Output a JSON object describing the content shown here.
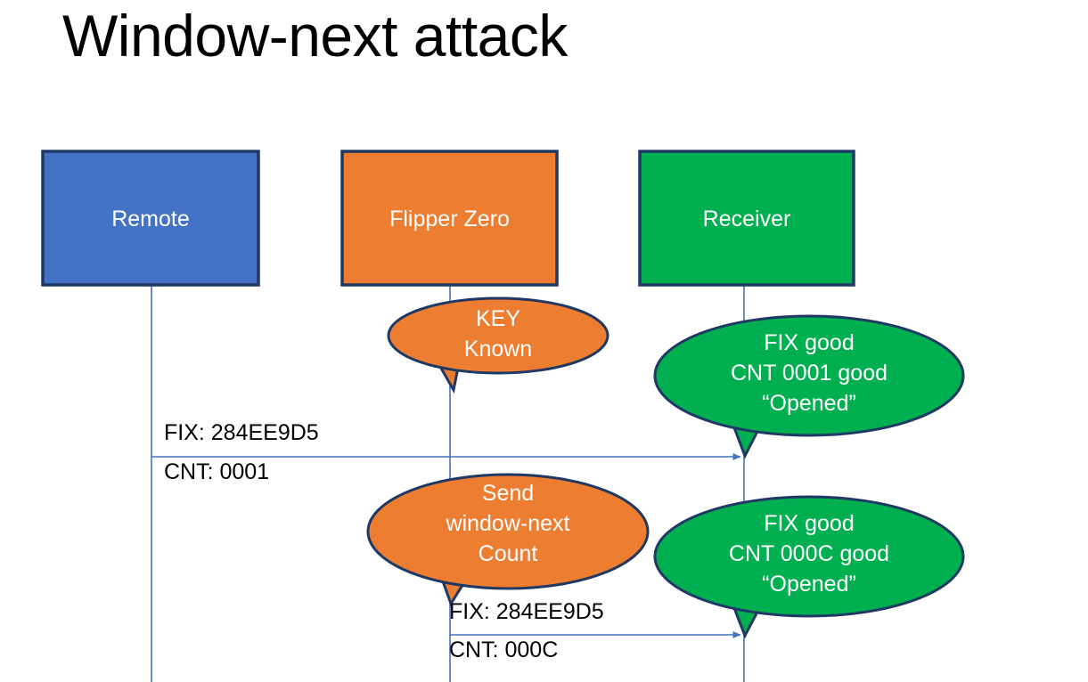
{
  "slide": {
    "title": "Window-next attack"
  },
  "colors": {
    "remote_fill": "#4472C4",
    "flipper_fill": "#ED7D31",
    "receiver_fill": "#00B050",
    "outline": "#1F3864",
    "lifeline": "#4472C4",
    "arrow": "#4472C4",
    "text_on_shape": "#FFFFFF",
    "text_on_slide": "#000000",
    "background": "#FFFFFF"
  },
  "actors": [
    {
      "id": "remote",
      "label": "Remote"
    },
    {
      "id": "flipper",
      "label": "Flipper Zero"
    },
    {
      "id": "receiver",
      "label": "Receiver"
    }
  ],
  "bubbles": [
    {
      "id": "flipper-key-known",
      "lines": [
        "KEY",
        "Known"
      ],
      "line1": "KEY",
      "line2": "Known",
      "line3": ""
    },
    {
      "id": "receiver-first-response",
      "lines": [
        "FIX good",
        "CNT 0001 good",
        "“Opened”"
      ],
      "line1": "FIX good",
      "line2": "CNT 0001 good",
      "line3": "“Opened”"
    },
    {
      "id": "flipper-send-window-next",
      "lines": [
        "Send",
        "window-next",
        "Count"
      ],
      "line1": "Send",
      "line2": "window-next",
      "line3": "Count"
    },
    {
      "id": "receiver-second-response",
      "lines": [
        "FIX good",
        "CNT 000C good",
        "“Opened”"
      ],
      "line1": "FIX good",
      "line2": "CNT 000C good",
      "line3": "“Opened”"
    }
  ],
  "messages": [
    {
      "id": "remote-to-receiver",
      "from": "remote",
      "to": "receiver",
      "fix": "FIX: 284EE9D5",
      "cnt": "CNT: 0001"
    },
    {
      "id": "flipper-to-receiver",
      "from": "flipper",
      "to": "receiver",
      "fix": "FIX: 284EE9D5",
      "cnt": "CNT: 000C"
    }
  ]
}
